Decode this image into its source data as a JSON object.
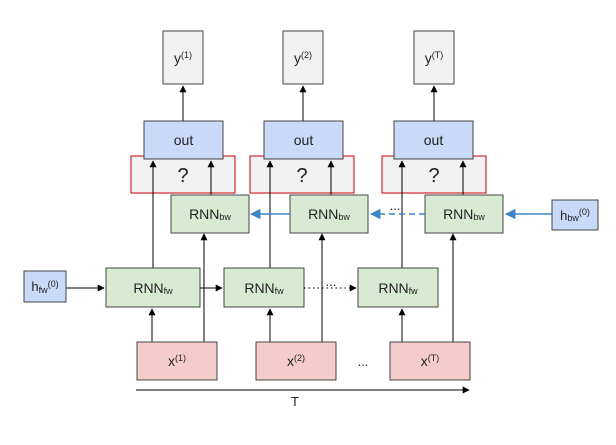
{
  "diagram": {
    "outputs": [
      {
        "base": "y",
        "sup": "(1)"
      },
      {
        "base": "y",
        "sup": "(2)"
      },
      {
        "base": "y",
        "sup": "(T)"
      }
    ],
    "out_label": "out",
    "combine_label": "?",
    "rnn_label": "RNN",
    "fw_sub": "fw",
    "bw_sub": "bw",
    "inputs": [
      {
        "base": "x",
        "sup": "(1)"
      },
      {
        "base": "x",
        "sup": "(2)"
      },
      {
        "base": "x",
        "sup": "(T)"
      }
    ],
    "h_fw_init": {
      "base": "h",
      "sub": "fw",
      "sup": "(0)"
    },
    "h_bw_init": {
      "base": "h",
      "sub": "bw",
      "sup": "(0)"
    },
    "ellipsis": "...",
    "time_axis_label": "T",
    "colors": {
      "output_fill": "#f2f2f2",
      "out_fill": "#c9daf8",
      "combine_border": "#cc0000",
      "rnn_fill": "#d9ead3",
      "input_fill": "#f4cccc",
      "hidden_init_fill": "#c9daf8",
      "bw_arrow": "#3d85c6"
    }
  }
}
